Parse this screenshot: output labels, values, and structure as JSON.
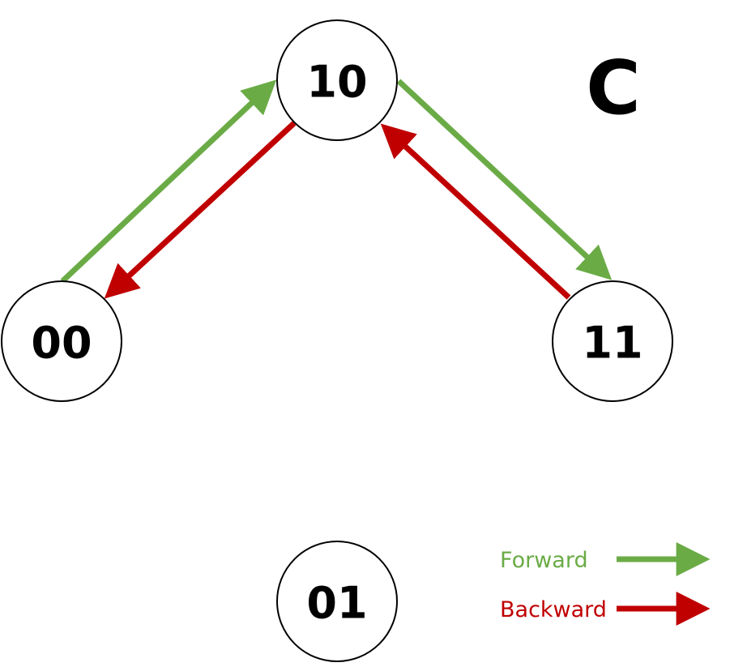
{
  "panel_label": "C",
  "colors": {
    "forward": "#6AAB46",
    "backward": "#C00000",
    "node_stroke": "#000000",
    "node_fill": "#ffffff"
  },
  "nodes": [
    {
      "id": "00",
      "label": "00"
    },
    {
      "id": "10",
      "label": "10"
    },
    {
      "id": "11",
      "label": "11"
    },
    {
      "id": "01",
      "label": "01"
    }
  ],
  "edges": [
    {
      "from": "00",
      "to": "10",
      "direction": "forward"
    },
    {
      "from": "10",
      "to": "11",
      "direction": "forward"
    },
    {
      "from": "10",
      "to": "00",
      "direction": "backward"
    },
    {
      "from": "11",
      "to": "10",
      "direction": "backward"
    }
  ],
  "legend": {
    "forward_label": "Forward",
    "backward_label": "Backward"
  }
}
